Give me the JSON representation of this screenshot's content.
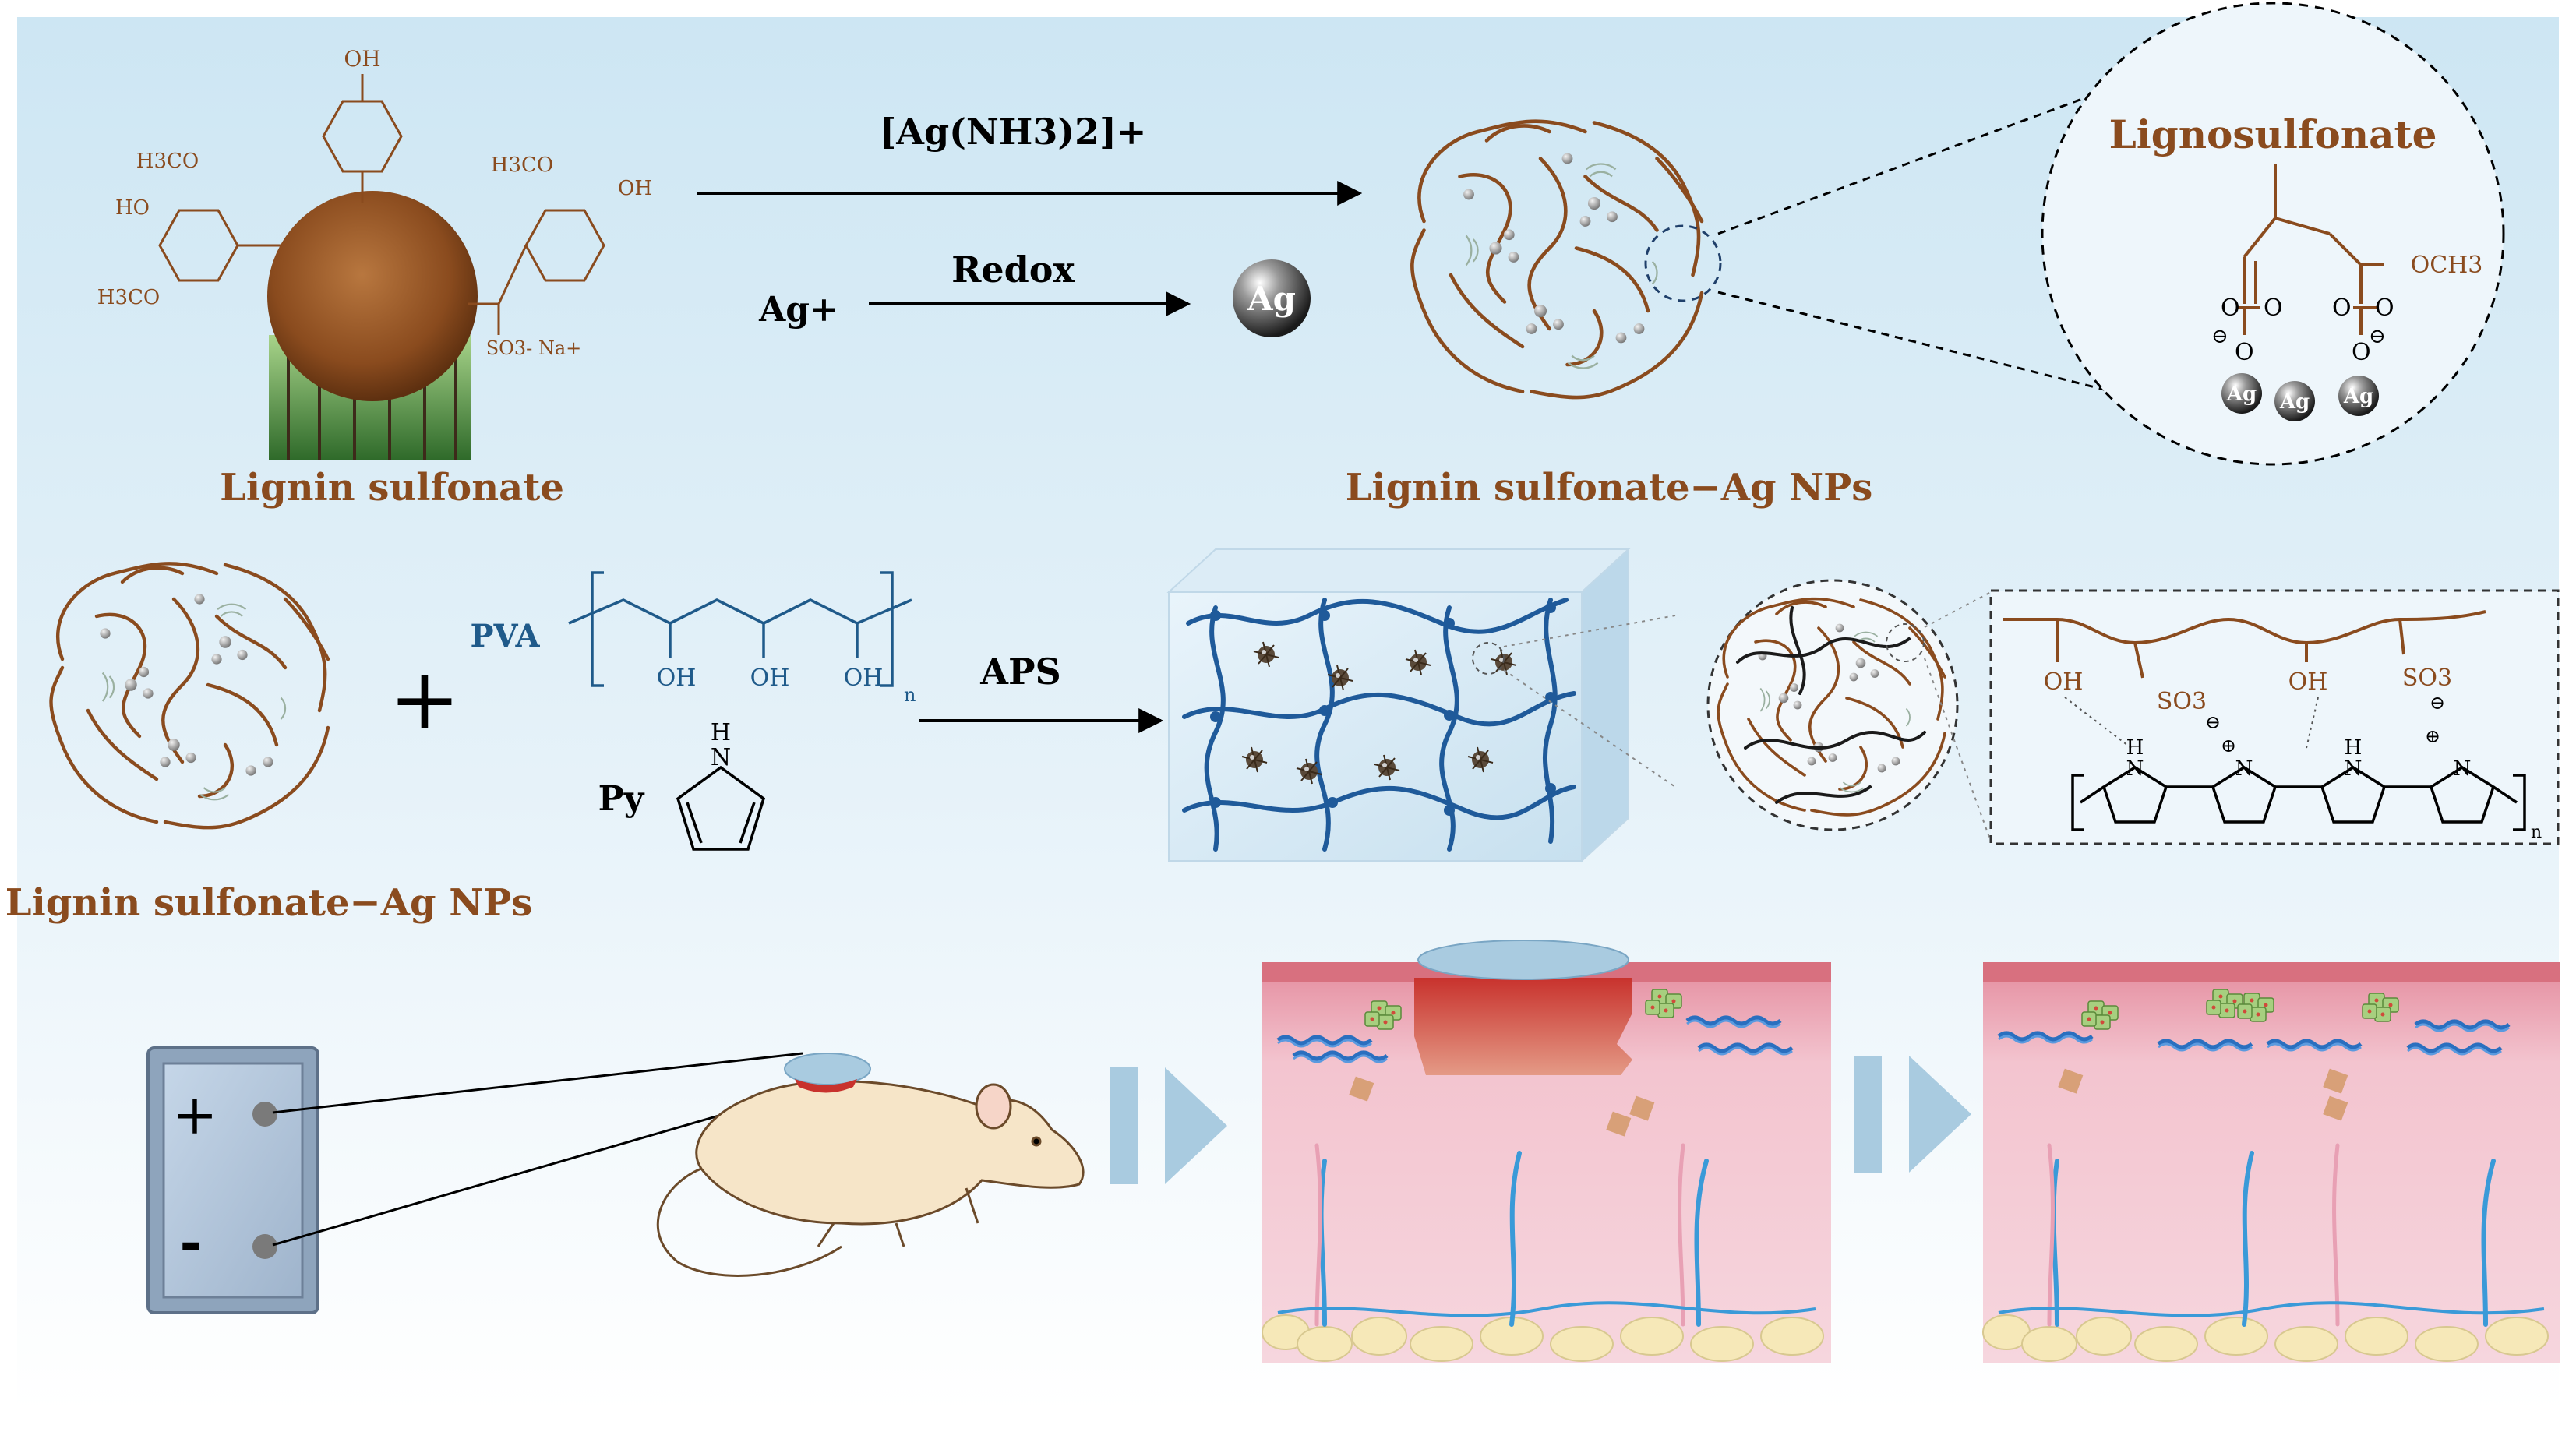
{
  "row1": {
    "lignin_label": "Lignin sulfonate",
    "arrow1_label": "[Ag(NH3)2]+",
    "ag_ion_label": "Ag+",
    "redox_label": "Redox",
    "ag_sphere_label": "Ag",
    "product_label": "Lignin sulfonate−Ag NPs",
    "zoom_title": "Lignosulfonate",
    "och3_label": "OCH3",
    "zoom_ag_labels": [
      "Ag",
      "Ag",
      "Ag"
    ],
    "structure_labels": {
      "oh_top": "OH",
      "h3co_1": "H3CO",
      "ho": "HO",
      "h3co_2": "H3CO",
      "h3co_3": "H3CO",
      "oh_right": "OH",
      "so3na": "SO3- Na+"
    }
  },
  "row2": {
    "left_label": "Lignin sulfonate−Ag NPs",
    "plus_sign": "+",
    "pva_label": "PVA",
    "py_label": "Py",
    "aps_label": "APS",
    "pva_oh": [
      "OH",
      "OH",
      "OH"
    ],
    "pva_n": "n",
    "pyrrole_h": "H",
    "zoom_oh": [
      "OH",
      "OH"
    ],
    "zoom_so3": [
      "SO3",
      "SO3"
    ],
    "ppy_h": [
      "H",
      "H"
    ],
    "ppy_n": [
      "N",
      "N",
      "N",
      "N"
    ],
    "ppy_plus": [
      "⊕",
      "⊕"
    ],
    "ppy_subscript": "n"
  },
  "row3": {
    "battery_plus": "+",
    "battery_minus": "-"
  },
  "colors": {
    "lignin_brown": "#8a4b1e",
    "pva_blue": "#1f5a8a",
    "skin_pink": "#efb8c4",
    "arrow_blue": "#a9cbe0"
  }
}
